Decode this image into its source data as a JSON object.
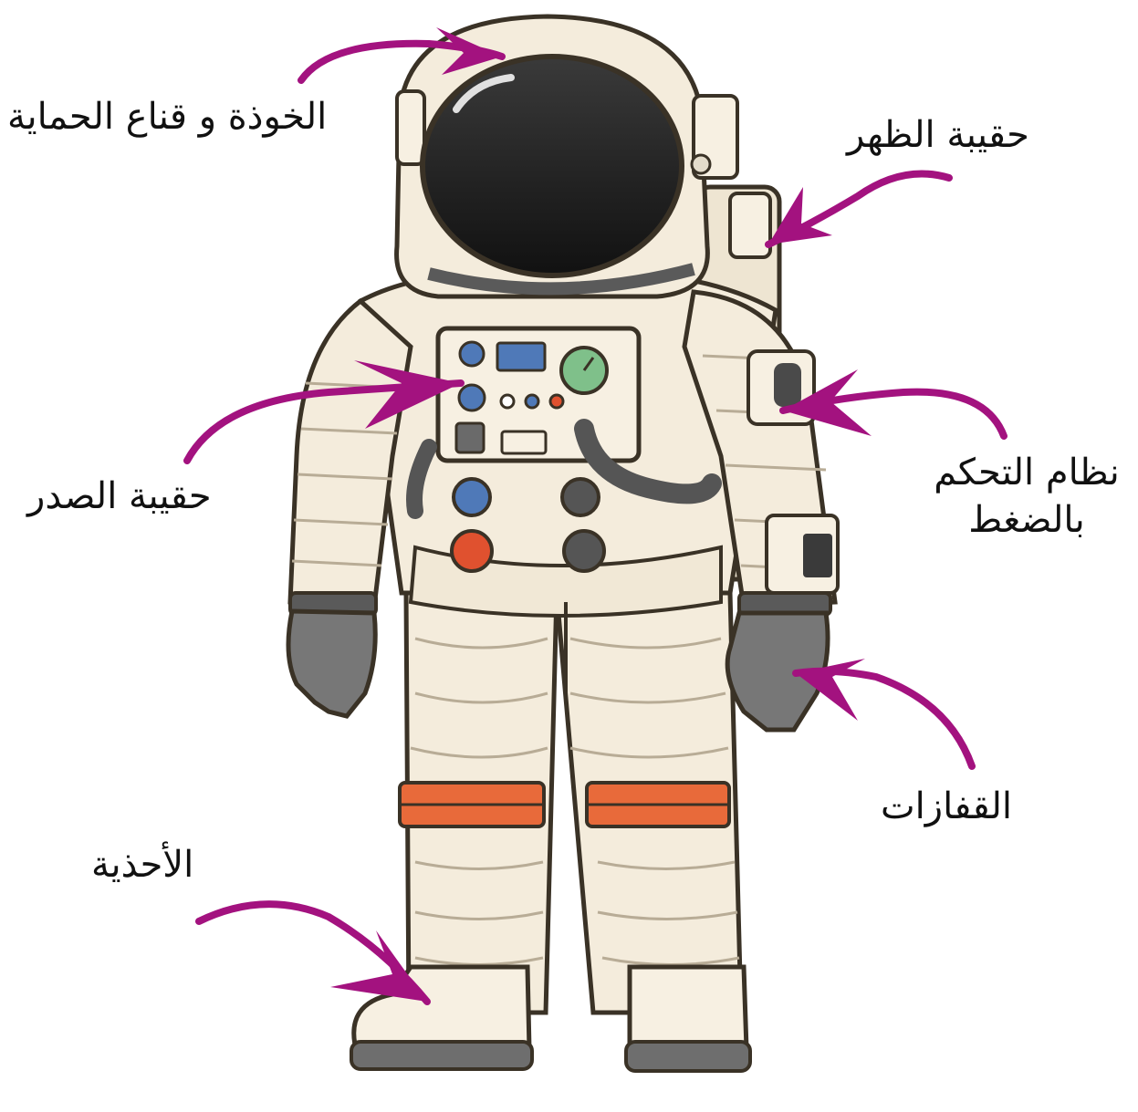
{
  "labels": {
    "helmet": "الخوذة و قناع الحماية",
    "backpack": "حقيبة الظهر",
    "chest_pack": "حقيبة الصدر",
    "pressure_control": "نظام التحكم بالضغط",
    "gloves": "القفازات",
    "boots": "الأحذية"
  },
  "colors": {
    "arrow": "#a3127f",
    "suit": "#f4ecdc",
    "outline": "#3a3226",
    "visor": "#1b1b1b",
    "stripe": "#e86a3a",
    "glove": "#777777",
    "dial_blue": "#4f79b8",
    "dial_green": "#7fc08a",
    "button_red": "#e0512f",
    "hose": "#555555"
  }
}
